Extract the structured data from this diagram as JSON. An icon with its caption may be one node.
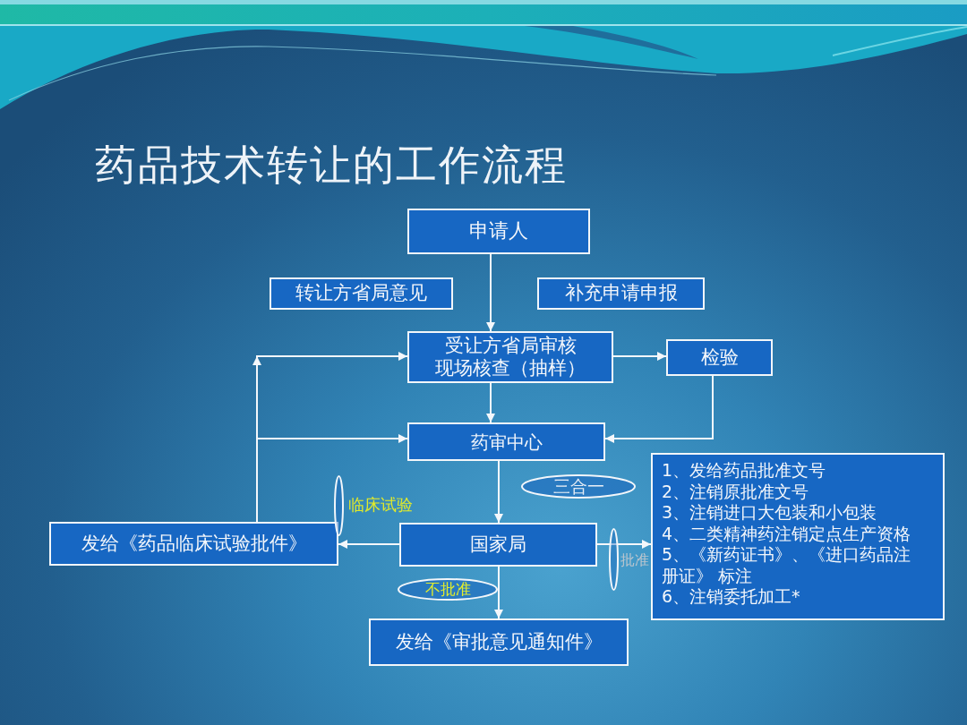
{
  "diagram": {
    "title": "药品技术转让的工作流程",
    "nodes": [
      {
        "text": [
          "申请人"
        ]
      },
      {
        "text": [
          "转让方省局意见"
        ]
      },
      {
        "text": [
          "补充申请申报"
        ]
      },
      {
        "text": [
          "受让方省局审核",
          "现场核查（抽样）"
        ]
      },
      {
        "text": [
          "检验"
        ]
      },
      {
        "text": [
          "药审中心"
        ]
      },
      {
        "text": [
          "国家局"
        ]
      },
      {
        "text": [
          "发给《药品临床试验批件》"
        ]
      },
      {
        "text": [
          "发给《审批意见通知件》"
        ]
      },
      {
        "text": [
          "1、发给药品批准文号",
          "2、注销原批准文号",
          "3、注销进口大包装和小包装",
          "4、二类精神药注销定点生产资格",
          "5、《新药证书》、《进口药品注册证》 标注",
          "6、注销委托加工*"
        ]
      },
      {
        "text": [
          "三合一"
        ]
      },
      {
        "text": [
          "不批准"
        ]
      },
      {
        "text": [],
        "shape": "ellipse"
      },
      {
        "text": [],
        "shape": "ellipse"
      }
    ],
    "edges": [
      {
        "from": 0,
        "to": 3,
        "arrow": "to"
      },
      {
        "from": 3,
        "to": 4,
        "arrow": "to"
      },
      {
        "from": 3,
        "to": 5,
        "arrow": "to"
      },
      {
        "from": 4,
        "to": 5,
        "arrow": "to"
      },
      {
        "from": 5,
        "to": 6,
        "arrow": "to"
      },
      {
        "from": 6,
        "to": 7,
        "arrow": "to",
        "label": "临床试验"
      },
      {
        "from": 6,
        "to": 8,
        "arrow": "to"
      },
      {
        "from": 6,
        "to": 9,
        "arrow": "to",
        "label": "批准"
      },
      {
        "from": 7,
        "to": 3,
        "arrow": "to"
      },
      {
        "from": 7,
        "to": 5,
        "arrow": "to"
      }
    ]
  }
}
